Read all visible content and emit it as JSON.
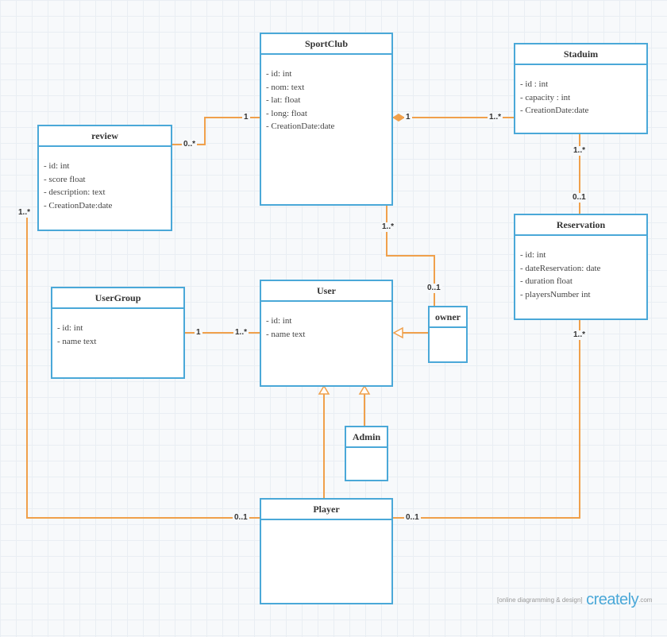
{
  "classes": {
    "sportclub": {
      "name": "SportClub",
      "attributes": [
        "- id: int",
        "- nom: text",
        "- lat: float",
        "- long: float",
        "- CreationDate:date"
      ]
    },
    "staduim": {
      "name": "Staduim",
      "attributes": [
        "- id : int",
        "- capacity : int",
        "- CreationDate:date"
      ]
    },
    "review": {
      "name": "review",
      "attributes": [
        "- id: int",
        "- score float",
        "- description: text",
        "- CreationDate:date"
      ]
    },
    "reservation": {
      "name": "Reservation",
      "attributes": [
        "- id: int",
        "- dateReservation: date",
        "- duration float",
        "- playersNumber int"
      ]
    },
    "usergroup": {
      "name": "UserGroup",
      "attributes": [
        "- id: int",
        "- name text"
      ]
    },
    "user": {
      "name": "User",
      "attributes": [
        "- id: int",
        "- name text"
      ]
    },
    "owner": {
      "name": "owner",
      "attributes": []
    },
    "admin": {
      "name": "Admin",
      "attributes": []
    },
    "player": {
      "name": "Player",
      "attributes": []
    }
  },
  "multiplicities": {
    "review_sportclub_review_end": "0..*",
    "review_sportclub_club_end": "1",
    "sportclub_staduim_club_end": "1",
    "sportclub_staduim_staduim_end": "1..*",
    "staduim_reservation_staduim_end": "1..*",
    "staduim_reservation_reservation_end": "0..1",
    "sportclub_owner_club_end": "1..*",
    "sportclub_owner_owner_end": "0..1",
    "usergroup_user_group_end": "1",
    "usergroup_user_user_end": "1..*",
    "review_player_review_end": "1..*",
    "review_player_player_end": "0..1",
    "reservation_player_reservation_end": "1..*",
    "reservation_player_player_end": "0..1"
  },
  "colors": {
    "class_border": "#4aa8d8",
    "connector": "#f0a04b",
    "background": "#f7f9fb"
  },
  "branding": {
    "tagline": "[online diagramming & design]",
    "name": "creately",
    "domain": ".com"
  }
}
